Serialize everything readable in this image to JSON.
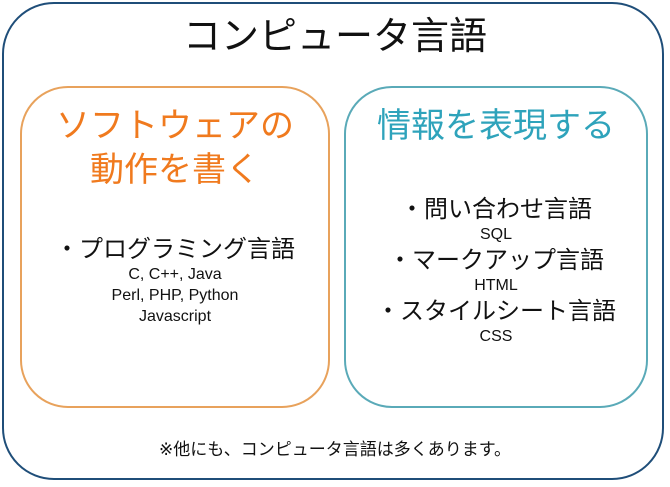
{
  "title": "コンピュータ言語",
  "left_box": {
    "title_line1": "ソフトウェアの",
    "title_line2": "動作を書く",
    "heading": "・プログラミング言語",
    "examples": [
      "C, C++, Java",
      "Perl, PHP, Python",
      "Javascript"
    ]
  },
  "right_box": {
    "title": "情報を表現する",
    "items": [
      {
        "heading": "・問い合わせ言語",
        "example": "SQL"
      },
      {
        "heading": "・マークアップ言語",
        "example": "HTML"
      },
      {
        "heading": "・スタイルシート言語",
        "example": "CSS"
      }
    ]
  },
  "footer": "※他にも、コンピュータ言語は多くあります。",
  "colors": {
    "outer_border": "#1f4e79",
    "left_border": "#e8a25c",
    "left_title": "#f07a1e",
    "right_border": "#5aaab8",
    "right_title": "#2ea3bb"
  }
}
